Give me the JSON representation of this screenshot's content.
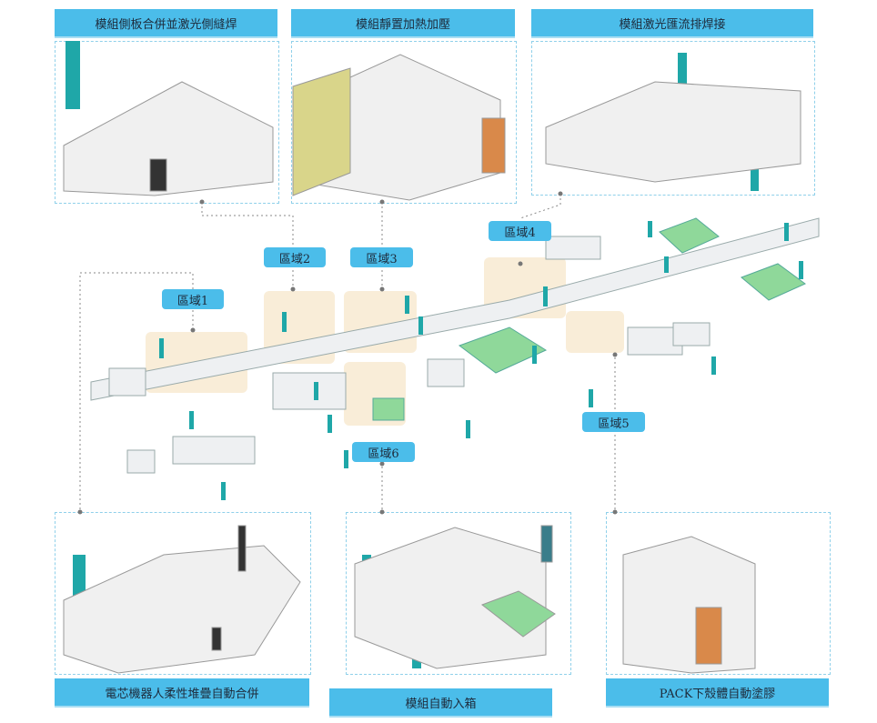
{
  "top_labels": [
    "模組側板合併並激光側縫焊",
    "模組靜置加熱加壓",
    "模組激光匯流排焊接"
  ],
  "bottom_labels": [
    "電芯機器人柔性堆疊自動合併",
    "模組自動入箱",
    "PACK下殼體自動塗膠"
  ],
  "zones": [
    "區域1",
    "區域2",
    "區域3",
    "區域4",
    "區域5",
    "區域6"
  ],
  "colors": {
    "label_bg": "#4bbdea",
    "highlight": "#f5e1be",
    "machine_teal": "#1fa7a8",
    "green_area": "#8fd89a"
  }
}
